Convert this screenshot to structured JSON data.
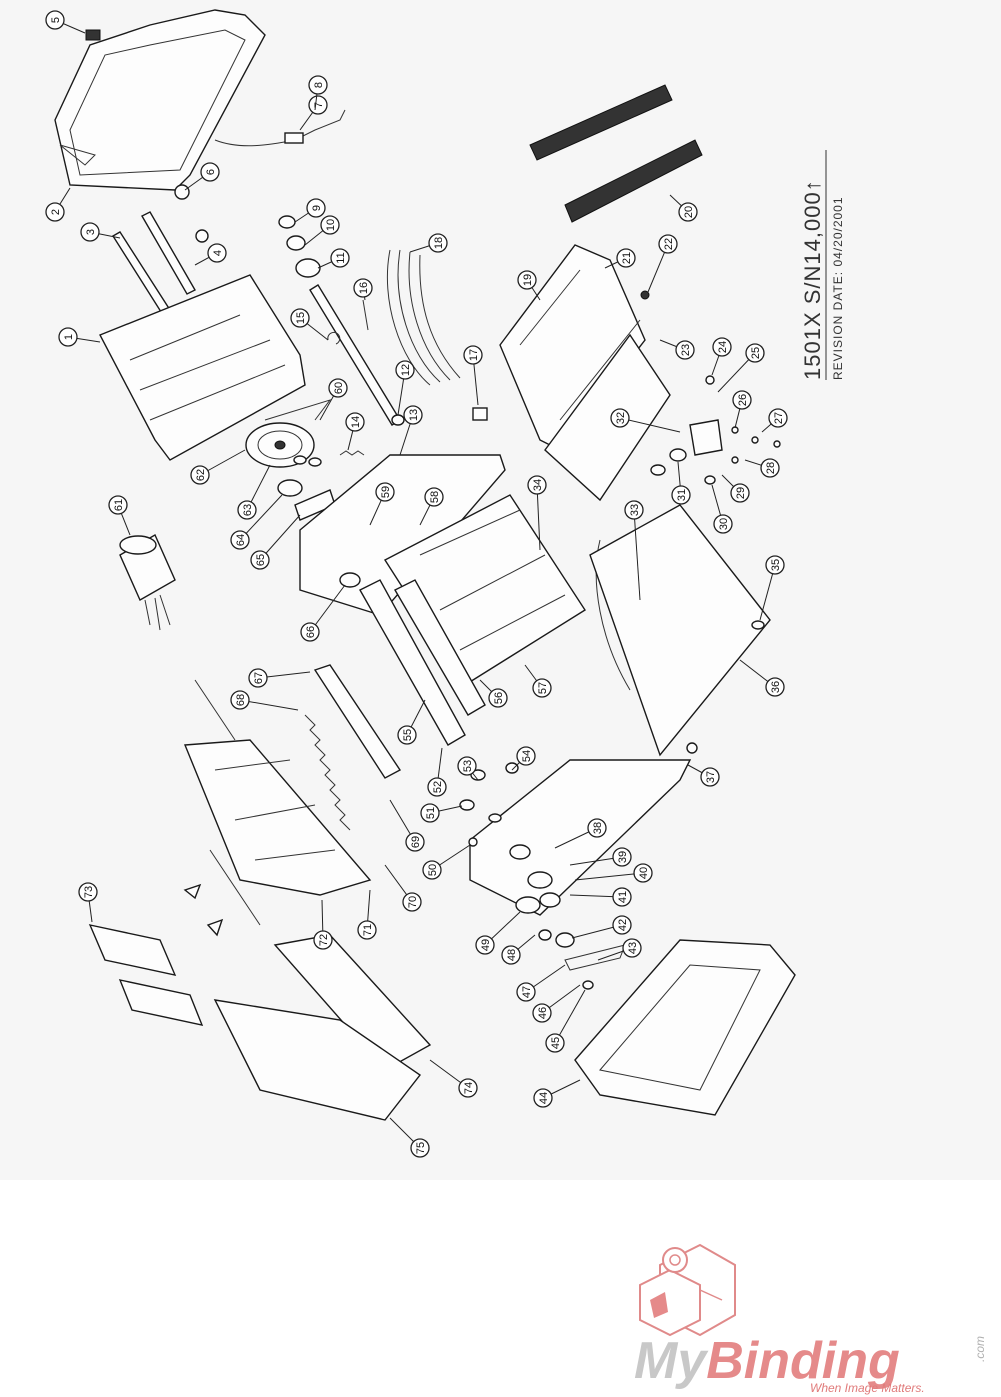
{
  "revision": {
    "model": "1501X S/N14,000↑",
    "date_label": "REVISION DATE: 04/20/2001"
  },
  "logo": {
    "text": "MyBinding",
    "tagline": "When Image Matters.",
    "suffix": ".com",
    "colors": {
      "my": "#c8c8c8",
      "binding": "#e58a8a"
    }
  },
  "callouts": [
    "1",
    "2",
    "3",
    "4",
    "5",
    "6",
    "7",
    "8",
    "9",
    "10",
    "11",
    "12",
    "13",
    "14",
    "15",
    "16",
    "17",
    "18",
    "19",
    "20",
    "21",
    "22",
    "23",
    "24",
    "25",
    "26",
    "27",
    "28",
    "29",
    "30",
    "31",
    "32",
    "33",
    "34",
    "35",
    "36",
    "37",
    "38",
    "39",
    "40",
    "41",
    "42",
    "43",
    "44",
    "45",
    "46",
    "47",
    "48",
    "49",
    "50",
    "51",
    "52",
    "53",
    "54",
    "55",
    "56",
    "57",
    "58",
    "59",
    "60",
    "61",
    "62",
    "63",
    "64",
    "65",
    "66",
    "67",
    "68",
    "69",
    "70",
    "71",
    "72",
    "73",
    "74",
    "75"
  ]
}
